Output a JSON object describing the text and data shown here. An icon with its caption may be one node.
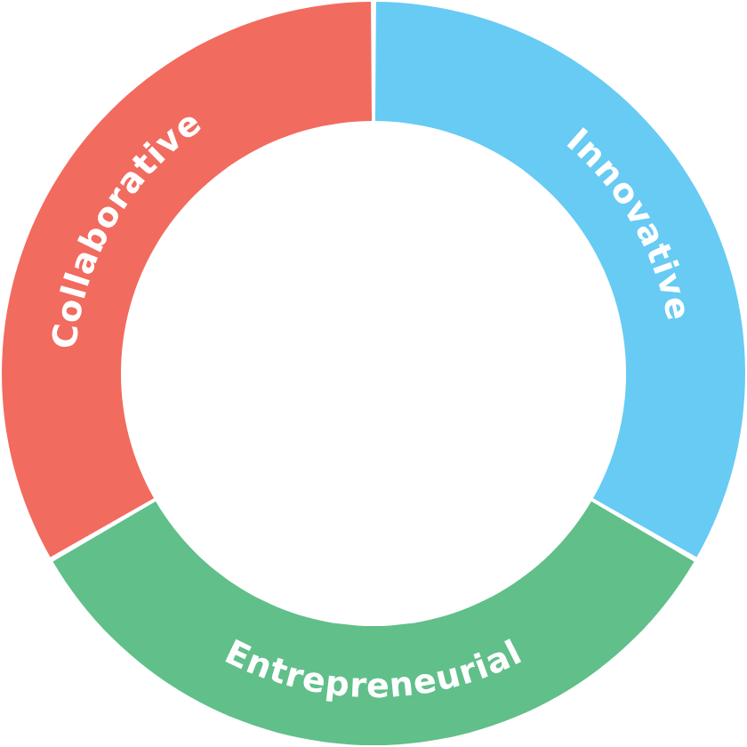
{
  "diagram": {
    "nodes": [
      {
        "text": [
          "Innovative"
        ]
      },
      {
        "text": [
          "Entrepreneurial"
        ]
      },
      {
        "text": [
          "Collaborative"
        ]
      }
    ]
  }
}
